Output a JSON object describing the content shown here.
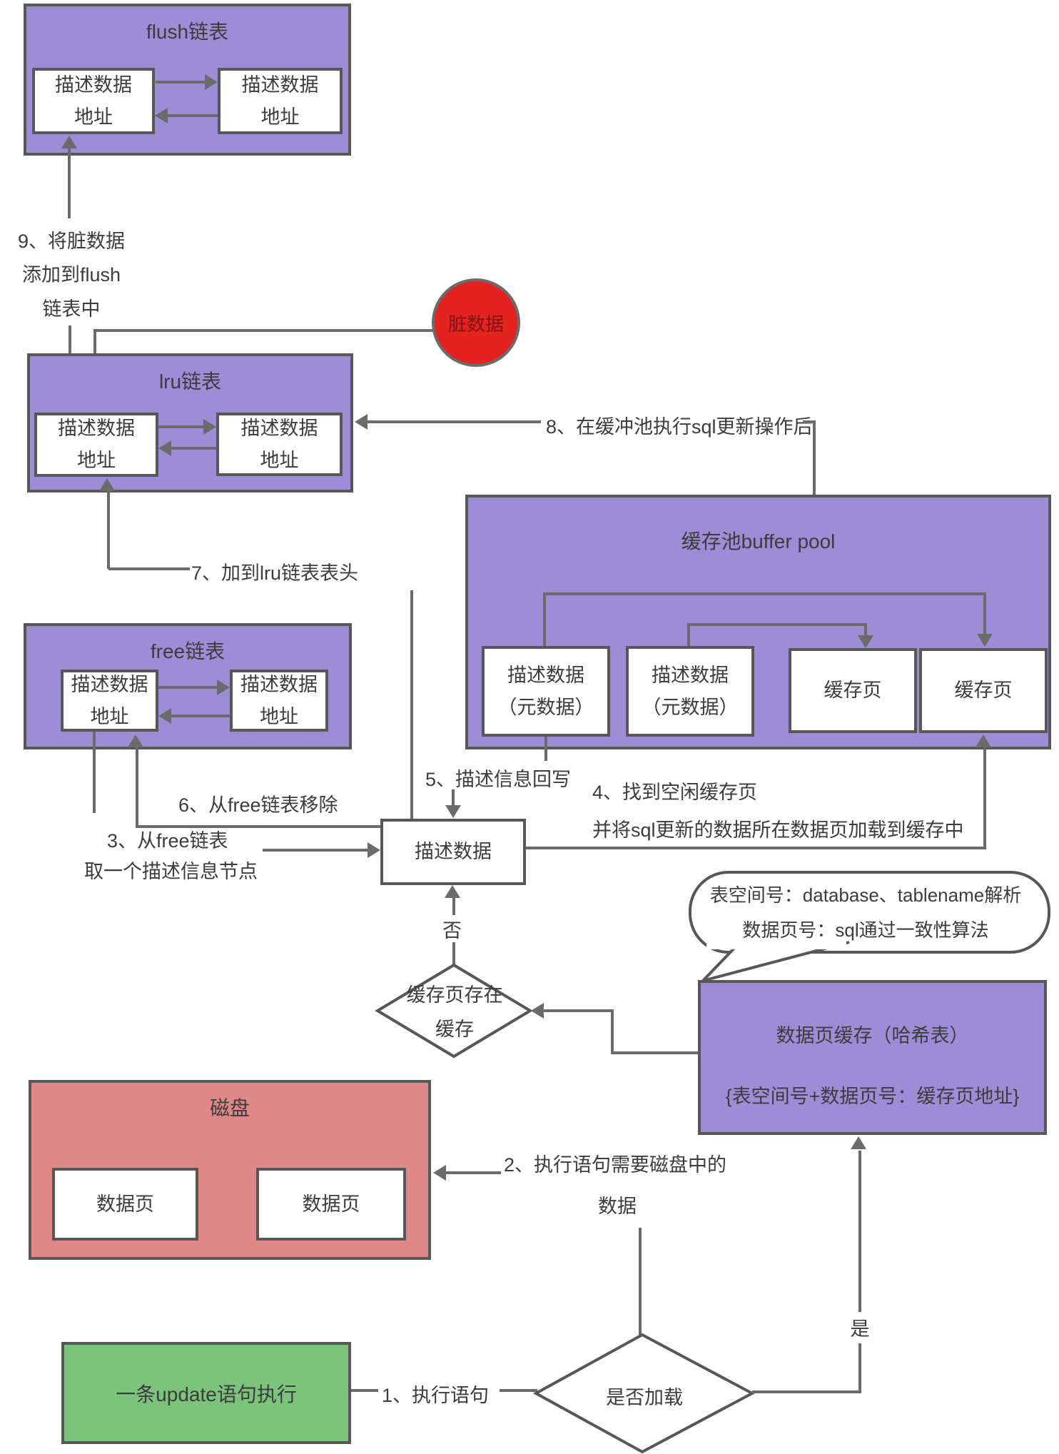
{
  "colors": {
    "purple_fill": "#9c8dd6",
    "disk_fill": "#e08787",
    "green_fill": "#7cc47c",
    "dirty_red_fill": "#e42320",
    "line_gray": "#6b6b6b",
    "border_gray": "#575757",
    "text_dark": "#3c3c3c"
  },
  "flush_list": {
    "title": "flush链表",
    "nodes": [
      {
        "line1": "描述数据",
        "line2": "地址"
      },
      {
        "line1": "描述数据",
        "line2": "地址"
      }
    ]
  },
  "lru_list": {
    "title": "lru链表",
    "nodes": [
      {
        "line1": "描述数据",
        "line2": "地址"
      },
      {
        "line1": "描述数据",
        "line2": "地址"
      }
    ]
  },
  "free_list": {
    "title": "free链表",
    "nodes": [
      {
        "line1": "描述数据",
        "line2": "地址"
      },
      {
        "line1": "描述数据",
        "line2": "地址"
      }
    ]
  },
  "buffer_pool": {
    "title": "缓存池buffer pool",
    "metadata_nodes": [
      {
        "line1": "描述数据",
        "line2": "（元数据）"
      },
      {
        "line1": "描述数据",
        "line2": "（元数据）"
      }
    ],
    "cache_pages": [
      "缓存页",
      "缓存页"
    ]
  },
  "dirty_data": {
    "label": "脏数据"
  },
  "descriptor": {
    "label": "描述数据"
  },
  "decision_cache": {
    "line1": "缓存页存在",
    "line2": "缓存"
  },
  "decision_load": {
    "label": "是否加载"
  },
  "hash_cache": {
    "line1": "数据页缓存（哈希表）",
    "line2": "{表空间号+数据页号：缓存页地址}"
  },
  "callout": {
    "line1": "表空间号：database、tablename解析",
    "line2": "数据页号：sql通过一致性算法"
  },
  "disk": {
    "title": "磁盘",
    "pages": [
      "数据页",
      "数据页"
    ]
  },
  "update_box": {
    "label": "一条update语句执行"
  },
  "steps": {
    "s1": "1、执行语句",
    "s2a": "2、执行语句需要磁盘中的",
    "s2b": "数据",
    "s3a": "3、从free链表",
    "s3b": "取一个描述信息节点",
    "s4a": "4、找到空闲缓存页",
    "s4b": "并将sql更新的数据所在数据页加载到缓存中",
    "s5": "5、描述信息回写",
    "s6": "6、从free链表移除",
    "s7": "7、加到lru链表表头",
    "s8": "8、在缓冲池执行sql更新操作后",
    "s9a": "9、将脏数据",
    "s9b": "添加到flush",
    "s9c": "链表中",
    "yes": "是",
    "no": "否"
  }
}
